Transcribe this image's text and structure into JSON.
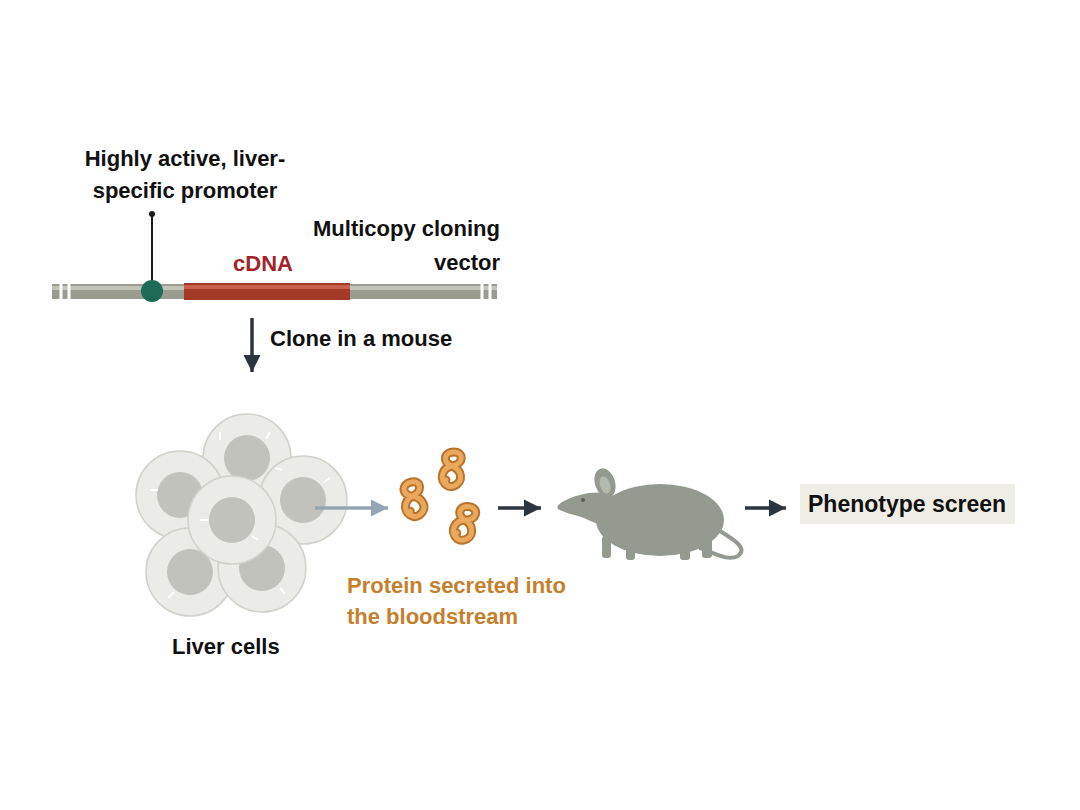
{
  "diagram": {
    "nodes": [
      {
        "text": [
          "Multicopy cloning vector"
        ]
      },
      {
        "text": [
          "Liver cells"
        ]
      },
      {
        "text": [
          "Protein secreted into the bloodstream"
        ]
      },
      {
        "text": [
          "Phenotype screen"
        ]
      }
    ],
    "edges": [
      {
        "from": 0,
        "to": 1,
        "arrow": "to",
        "label": "Clone in a mouse"
      },
      {
        "from": 1,
        "to": 2,
        "arrow": "to"
      }
    ],
    "labels": [
      "Highly active, liver-specific promoter",
      "cDNA"
    ]
  }
}
